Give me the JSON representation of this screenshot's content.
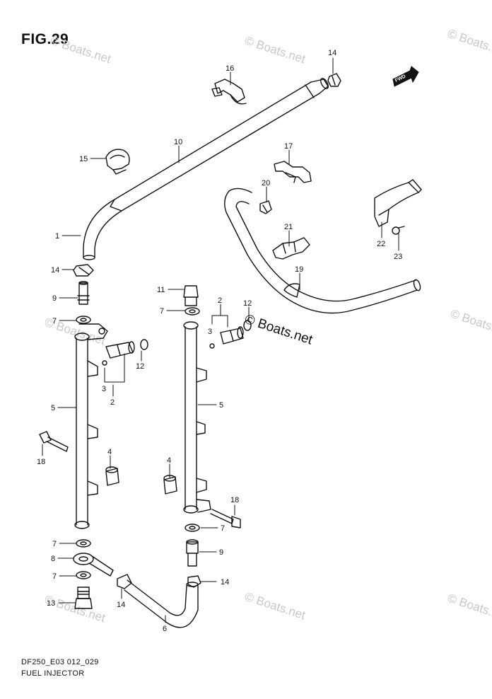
{
  "figure": {
    "title": "FIG.29",
    "code": "DF250_E03 012_029",
    "name": "FUEL INJECTOR"
  },
  "watermark": "© Boats.net",
  "direction_tag": "FWD",
  "callouts": [
    {
      "id": "c14a",
      "text": "14"
    },
    {
      "id": "c16",
      "text": "16"
    },
    {
      "id": "c10",
      "text": "10"
    },
    {
      "id": "c15",
      "text": "15"
    },
    {
      "id": "c17",
      "text": "17"
    },
    {
      "id": "c20",
      "text": "20"
    },
    {
      "id": "c1",
      "text": "1"
    },
    {
      "id": "c21",
      "text": "21"
    },
    {
      "id": "c22",
      "text": "22"
    },
    {
      "id": "c23",
      "text": "23"
    },
    {
      "id": "c19",
      "text": "19"
    },
    {
      "id": "c14b",
      "text": "14"
    },
    {
      "id": "c9a",
      "text": "9"
    },
    {
      "id": "c11",
      "text": "11"
    },
    {
      "id": "c2a",
      "text": "2"
    },
    {
      "id": "c12a",
      "text": "12"
    },
    {
      "id": "c7a",
      "text": "7"
    },
    {
      "id": "c7b",
      "text": "7"
    },
    {
      "id": "c3a",
      "text": "3"
    },
    {
      "id": "c12b",
      "text": "12"
    },
    {
      "id": "c3b",
      "text": "3"
    },
    {
      "id": "c2b",
      "text": "2"
    },
    {
      "id": "c5a",
      "text": "5"
    },
    {
      "id": "c5b",
      "text": "5"
    },
    {
      "id": "c4a",
      "text": "4"
    },
    {
      "id": "c18a",
      "text": "18"
    },
    {
      "id": "c4b",
      "text": "4"
    },
    {
      "id": "c18b",
      "text": "18"
    },
    {
      "id": "c7c",
      "text": "7"
    },
    {
      "id": "c7d",
      "text": "7"
    },
    {
      "id": "c9b",
      "text": "9"
    },
    {
      "id": "c8",
      "text": "8"
    },
    {
      "id": "c7e",
      "text": "7"
    },
    {
      "id": "c14c",
      "text": "14"
    },
    {
      "id": "c13",
      "text": "13"
    },
    {
      "id": "c14d",
      "text": "14"
    },
    {
      "id": "c6",
      "text": "6"
    }
  ]
}
